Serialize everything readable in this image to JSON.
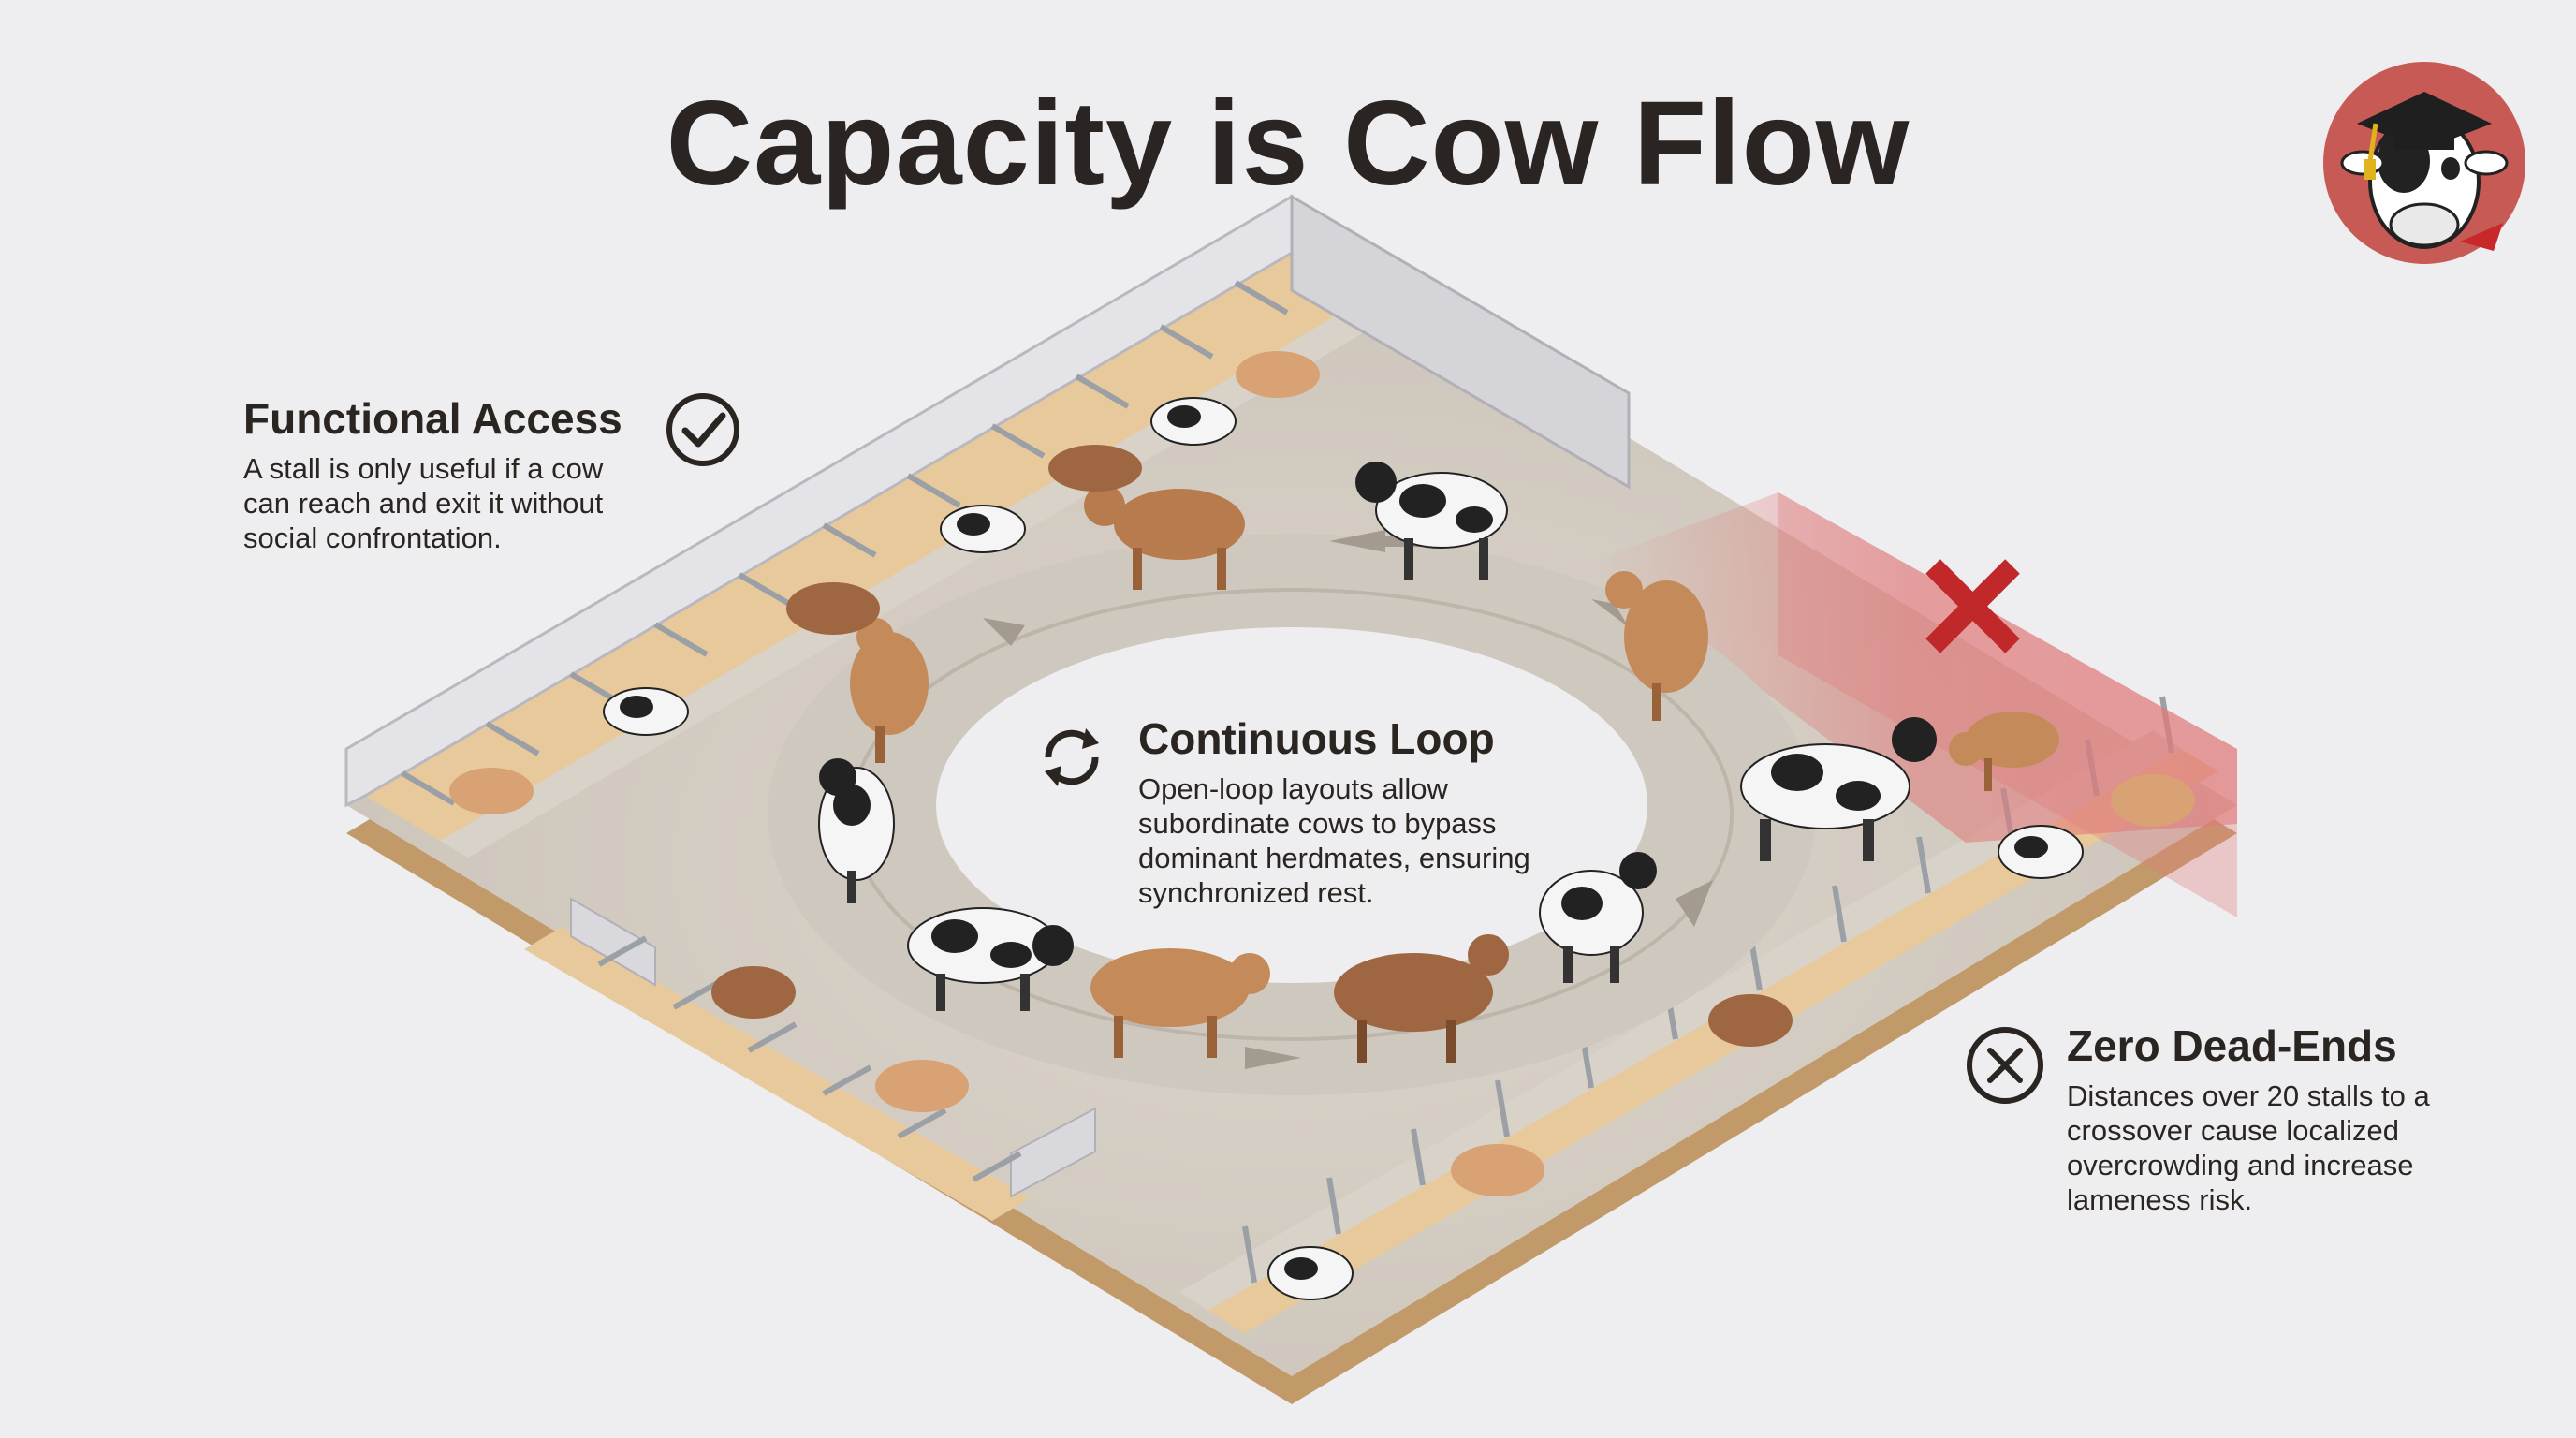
{
  "title": "Capacity is Cow Flow",
  "callouts": {
    "functional_access": {
      "heading": "Functional Access",
      "body": [
        "A stall is only useful if a cow",
        "can reach and exit it without",
        "social confrontation."
      ]
    },
    "continuous_loop": {
      "heading": "Continuous Loop",
      "body": [
        "Open-loop layouts allow",
        "subordinate cows to bypass",
        "dominant herdmates, ensuring",
        "synchronized rest."
      ]
    },
    "zero_dead_ends": {
      "heading": "Zero Dead-Ends",
      "body": [
        "Distances over 20 stalls to a",
        "crossover cause localized",
        "overcrowding and increase",
        "lameness risk."
      ]
    }
  },
  "icons": {
    "functional_access": "check-circle-icon",
    "continuous_loop": "refresh-loop-icon",
    "zero_dead_ends": "x-circle-icon",
    "dead_end_marker": "red-x-icon",
    "mascot": "graduate-cow-icon"
  },
  "colors": {
    "background": "#eeeef1",
    "text": "#2b2522",
    "floor": "#d9d2c8",
    "bedding": "#e8c99b",
    "alley": "#cfc8be",
    "dead_end_zone": "#e07a7a",
    "red_x": "#c0282a",
    "badge_bg": "#c85a55"
  }
}
